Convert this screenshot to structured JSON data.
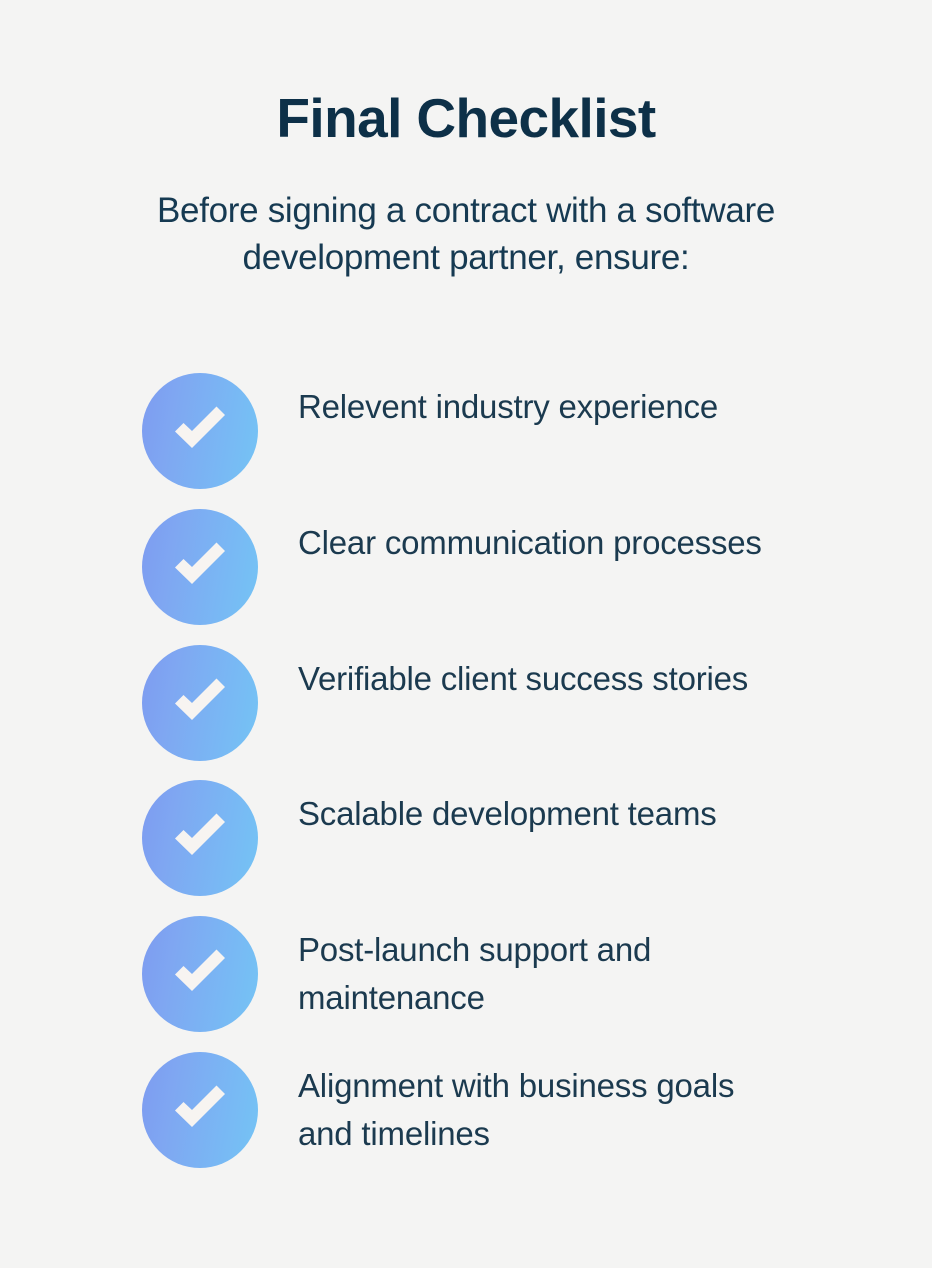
{
  "page": {
    "background_color": "#F4F4F3",
    "title": "Final Checklist",
    "subtitle": "Before signing a contract with a software development partner, ensure:",
    "title_color": "#0D3048",
    "text_color": "#1B3A4F"
  },
  "badge": {
    "icon_name": "check-icon",
    "gradient_start": "#7D9BF0",
    "gradient_end": "#74C4F5",
    "check_color": "#F7F4F1"
  },
  "checklist": {
    "items": [
      {
        "label": "Relevent industry experience"
      },
      {
        "label": "Clear communication processes"
      },
      {
        "label": "Verifiable client success stories"
      },
      {
        "label": "Scalable development teams"
      },
      {
        "label": "Post-launch support and maintenance"
      },
      {
        "label": "Alignment with business goals and timelines"
      }
    ]
  }
}
